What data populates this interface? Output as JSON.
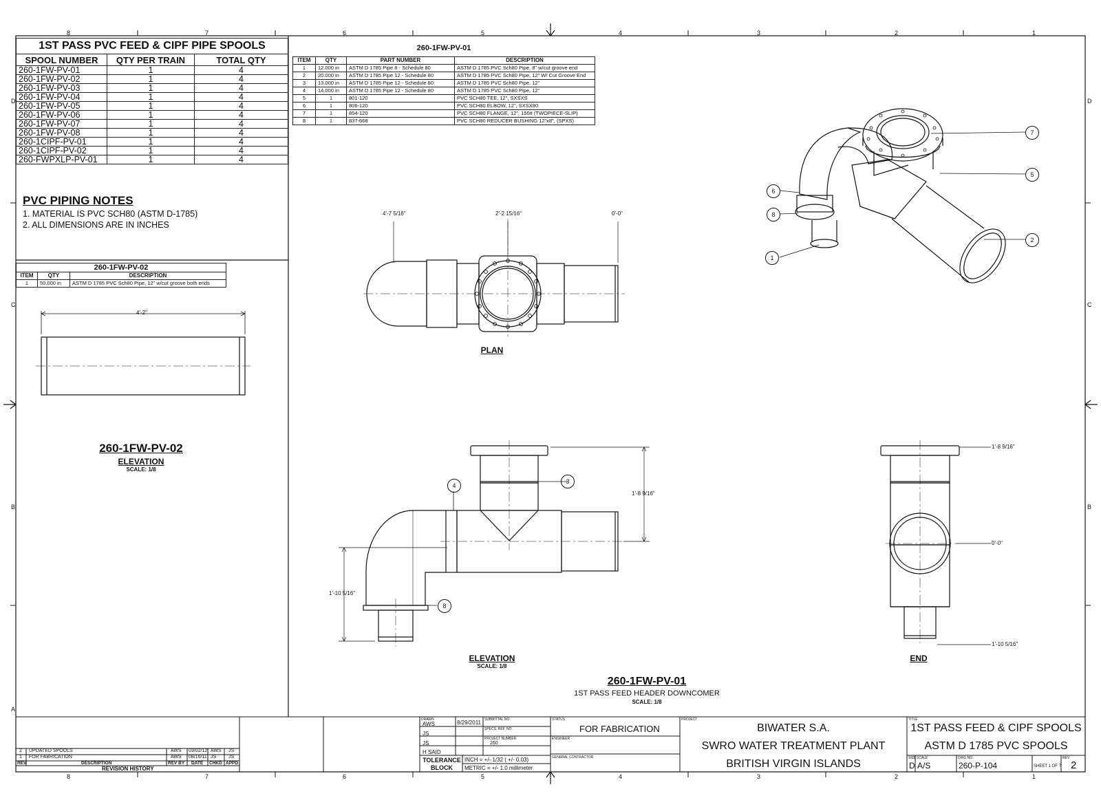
{
  "border_numbers": [
    "8",
    "7",
    "6",
    "5",
    "4",
    "3",
    "2",
    "1"
  ],
  "border_letters": [
    "D",
    "C",
    "B",
    "A"
  ],
  "spool_table": {
    "title": "1ST PASS PVC FEED & CIPF  PIPE SPOOLS",
    "headers": [
      "SPOOL NUMBER",
      "QTY PER TRAIN",
      "TOTAL QTY"
    ],
    "rows": [
      [
        "260-1FW-PV-01",
        "1",
        "4"
      ],
      [
        "260-1FW-PV-02",
        "1",
        "4"
      ],
      [
        "260-1FW-PV-03",
        "1",
        "4"
      ],
      [
        "260-1FW-PV-04",
        "1",
        "4"
      ],
      [
        "260-1FW-PV-05",
        "1",
        "4"
      ],
      [
        "260-1FW-PV-06",
        "1",
        "4"
      ],
      [
        "260-1FW-PV-07",
        "1",
        "4"
      ],
      [
        "260-1FW-PV-08",
        "1",
        "4"
      ],
      [
        "260-1CIPF-PV-01",
        "1",
        "4"
      ],
      [
        "260-1CIPF-PV-02",
        "1",
        "4"
      ],
      [
        "260-FWPXLP-PV-01",
        "1",
        "4"
      ]
    ]
  },
  "notes": {
    "title": "PVC  PIPING NOTES",
    "items": [
      "1. MATERIAL IS PVC SCH80 (ASTM D-1785)",
      "2. ALL DIMENSIONS ARE IN INCHES"
    ]
  },
  "pv02_table": {
    "title": "260-1FW-PV-02",
    "headers": [
      "ITEM",
      "QTY",
      "DESCRIPTION"
    ],
    "rows": [
      [
        "1",
        "50.000 in",
        "ASTM D 1785 PVC Sch80 Pipe, 12\" w/cut groove both ends"
      ]
    ]
  },
  "pv01_table": {
    "title": "260-1FW-PV-01",
    "headers": [
      "ITEM",
      "QTY",
      "PART NUMBER",
      "DESCRIPTION"
    ],
    "rows": [
      [
        "1",
        "12.000 in",
        "ASTM D 1785 Pipe 8 - Schedule 80",
        "ASTM D 1785 PVC Sch80 Pipe, 8\" w/cut groove end"
      ],
      [
        "2",
        "20.000 in",
        "ASTM D 1785 Pipe 12 - Schedule 80",
        "ASTM D 1785 PVC Sch80 Pipe, 12\" W/ Cut Groove End"
      ],
      [
        "3",
        "13.000 in",
        "ASTM D 1785 Pipe 12 - Schedule 80",
        "ASTM D 1785 PVC Sch80 Pipe, 12\""
      ],
      [
        "4",
        "14.000 in",
        "ASTM D 1785 Pipe 12 - Schedule 80",
        "ASTM D 1785 PVC Sch80 Pipe, 12\""
      ],
      [
        "5",
        "1",
        "801-120",
        "PVC SCH80 TEE, 12\", SXSXS"
      ],
      [
        "6",
        "1",
        "806-120",
        "PVC SCH80 ELBOW, 12\", SXSX90"
      ],
      [
        "7",
        "1",
        "854-120",
        "PVC SCH80 FLANGE, 12\", 150# (TWOPIECE-SLIP)"
      ],
      [
        "8",
        "1",
        "837-668",
        "PVC SCH80 REDUCER BUSHING 12\"x8\", (SPXS)"
      ]
    ]
  },
  "pv02_view": {
    "dim": "4'-2\"",
    "title": "260-1FW-PV-02",
    "sub": "ELEVATION",
    "scale": "SCALE: 1/8"
  },
  "plan_view": {
    "title": "PLAN",
    "dim1": "4'-7 5/16\"",
    "dim2": "2'-2 15/16\"",
    "dim3": "0'-0\""
  },
  "elevation_view": {
    "title": "ELEVATION",
    "scale": "SCALE: 1/8",
    "dim_v1": "1'-8 9/16\"",
    "dim_v2": "1'-10 5/16\""
  },
  "end_view": {
    "title": "END",
    "dim1": "1'-8 9/16\"",
    "dim2": "0'-0\"",
    "dim3": "1'-10 5/16\""
  },
  "main_title": {
    "title": "260-1FW-PV-01",
    "sub": "1ST PASS FEED HEADER DOWNCOMER",
    "scale": "SCALE: 1/8"
  },
  "balloons": [
    "1",
    "2",
    "3",
    "4",
    "5",
    "6",
    "7",
    "8"
  ],
  "revision": {
    "rows": [
      [
        "2",
        "UPDATED SPOOLS",
        "AWS",
        "03/02/12",
        "AWS",
        "JS"
      ],
      [
        "1",
        "FOR FABRICATION",
        "AWS",
        "08/16/11",
        "JS",
        "JS"
      ]
    ],
    "headers": [
      "REV",
      "DESCRIPTION",
      "REV BY",
      "DATE",
      "CHKD",
      "APPD"
    ],
    "title": "REVISION HISTORY"
  },
  "title_block": {
    "drawn_by": "AWS",
    "date": "8/29/2011",
    "checked": "JS",
    "approved": "JS",
    "field_engr": "H SAID",
    "project_number": "260",
    "tolerance_label": "TOLERANCE BLOCK",
    "tol_inch": "INCH = +/- 1/32 ( +/- 0.03)",
    "tol_metric": "METRIC = +/- 1.0 millimeter",
    "status": "FOR FABRICATION",
    "company": "BIWATER S.A.",
    "plant": "SWRO WATER TREATMENT PLANT",
    "location": "BRITISH VIRGIN ISLANDS",
    "title1": "1ST PASS FEED & CIPF SPOOLS",
    "title2": "ASTM D 1785 PVC SPOOLS",
    "size": "D",
    "scale": "A/S",
    "dwg_no": "260-P-104",
    "sheet": "SHEET 1  OF  7",
    "rev": "2",
    "lbl_drawn": "DRAWN",
    "lbl_status": "STATUS",
    "lbl_project": "PROJECT",
    "lbl_title": "TITLE",
    "lbl_submittal": "SUBMITTAL NO.",
    "lbl_spec": "SPECS. REF. NO.",
    "lbl_projnum": "PROJECT NUMBER",
    "lbl_engineer": "ENGINEER",
    "lbl_gc": "GENERAL CONTRACTOR",
    "lbl_size": "SIZE",
    "lbl_scale": "SCALE",
    "lbl_dwgno": "DWG NO.",
    "lbl_rev": "REV"
  }
}
